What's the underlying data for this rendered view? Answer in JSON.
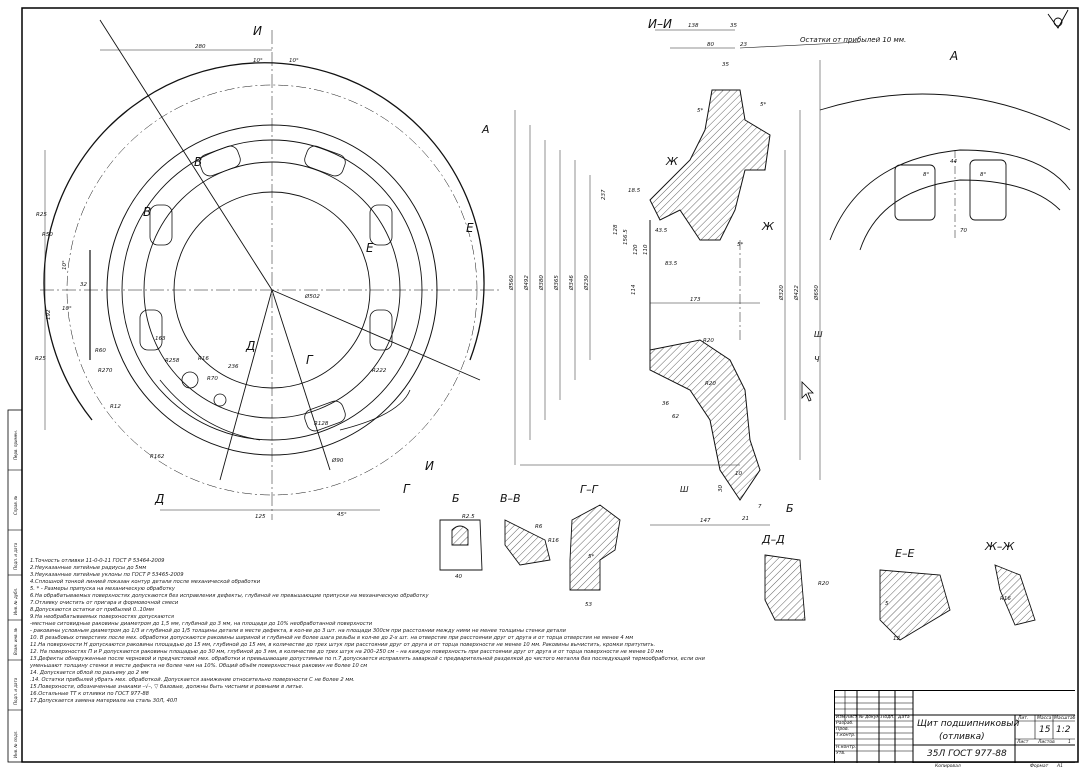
{
  "views": {
    "section_ii": "И–И",
    "view_a": "А",
    "view_b": "Б",
    "section_vv": "В–В",
    "section_gg": "Г–Г",
    "section_dd": "Д–Д",
    "section_ee": "Е–Е",
    "section_zhzh": "Ж–Ж"
  },
  "markers": {
    "i": "И",
    "v": "В",
    "e": "Е",
    "g": "Г",
    "d": "Д",
    "a": "А",
    "b": "Б",
    "zh": "Ж",
    "sh": "Ш",
    "ch": "Ч"
  },
  "leader_note": "Остатки от прибылей 10 мм.",
  "dims_main": [
    "280",
    "10°",
    "10°",
    "R25",
    "R50",
    "R25",
    "R60",
    "R270",
    "R12",
    "R162",
    "Ø502",
    "192",
    "32",
    "10°",
    "10°",
    "125",
    "45°",
    "R258",
    "R16",
    "236",
    "R70",
    "R222",
    "R128",
    "Ø90",
    "163"
  ],
  "dims_section": [
    "138",
    "80",
    "35",
    "23",
    "35",
    "5*",
    "5*",
    "Ø560",
    "Ø492",
    "Ø380",
    "Ø365",
    "Ø346",
    "Ø230",
    "237",
    "128",
    "156.5",
    "120",
    "110",
    "114",
    "83.5",
    "173",
    "Ø320",
    "Ø422",
    "Ø650",
    "R20",
    "R20",
    "36",
    "62",
    "147",
    "7",
    "21",
    "30",
    "10",
    "18.5",
    "43.5",
    "5*"
  ],
  "dims_detail_a": [
    "44",
    "8°",
    "8°",
    "70"
  ],
  "dims_small": [
    "R2.5",
    "40",
    "R6",
    "R16",
    "5*",
    "53",
    "R20",
    "5",
    "12",
    "R16"
  ],
  "notes": [
    "1.Точность отливки 11-0-0-11 ГОСТ Р 53464-2009",
    "2.Неуказанные литейные радиусы до 5мм",
    "3.Неуказанные литейные уклоны по ГОСТ Р 53465-2009",
    "4.Сплошной тонкой линией показан контур детали после механической обработки",
    "5. * - Размеры припуска на механическую обработку",
    "6.На обрабатываемых поверхностях допускаются без исправления дефекты, глубиной не превышающие припуски на механическую обработку",
    "7.Отливку очистить от пригара и формовочной смеси",
    "8.Допускаются остатки от прибылей 0..10мм",
    "9.На необрабатываемых поверхностях допускаются",
    "-местные ситовидные раковины диаметром до 1,5 мм, глубиной до 3 мм, на площади до 10% необработанной поверхности",
    "- раковины условным диаметром до 1/3 и глубиной до 1/5 толщины детали в месте дефекта, в кол-ве до 3 шт. на площади 300см при расстоянии между ними не менее толщины стенки детали",
    "10. В резьбовых отверстиях после мех. обработки допускаются раковины шириной и глубиной не более шага резьбы в кол-ве до 2-х шт. на отверстие при расстоянии друг от друга и от торца отверстия не менее 4 мм",
    "11.На поверхности Н допускаются раковины площадью до 15 мм, глубиной до 15 мм, в количестве до трех штук при расстоянии друг от друга и от торца поверхности не менее 10 мм. Раковины вычистить, кромки притупить.",
    "12. На поверхностях П и Р допускаются раковины площадью до 30 мм, глубиной до 3 мм, в количестве до трех штук на 200–250 см – на каждую поверхность при расстоянии друг от друга и от торца поверхности не менее 10 мм",
    "13.Дефекты обнаруженные после черновой и предчистовой мех. обработки и превышающие допустимые по п.7 допускается исправлять заваркой с предварительной разделкой до чистого металла без последующей термообработки, если они уменьшают толщину стенки в месте дефекта не более чем на 10%. Общий объём поверхностных раковин не более 10 см",
    "14. Допускается облой по разъему до 2 мм",
    ".14. Остатки прибылей убрать мех. обработкой. Допускается занижение относительно поверхности С не более 2 мм.",
    "15.Поверхности, обозначенные знаками –√–, ▽ базовые, должны быть чистыми и ровными в литье.",
    "16.Остальные ТТ к отливки по ГОСТ 977-88",
    "17.Допускается замена материала на сталь 30Л, 40Л"
  ],
  "title_block": {
    "name_line1": "Щит подшипниковый",
    "name_line2": "(отливка)",
    "material": "35Л ГОСТ 977-88",
    "col_izm": "Изм",
    "col_list": "Лист",
    "col_doc": "№ докум.",
    "col_sign": "Подп.",
    "col_date": "Дата",
    "row_razrab": "Разраб.",
    "row_prov": "Пров.",
    "row_tkontr": "Т.контр.",
    "row_nkontr": "Н.контр.",
    "row_utv": "Утв.",
    "lit_label": "Лит.",
    "mass_label": "Масса",
    "scale_label": "Масштаб",
    "mass": "15",
    "scale": "1:2",
    "sheet_label": "Лист",
    "sheets_label": "Листов",
    "sheets": "1",
    "copied": "Копировал",
    "format_label": "Формат",
    "format": "А1"
  },
  "side_stamp": [
    "Перв. примен.",
    "Справ. №",
    "Подп. и дата",
    "Инв. № дубл.",
    "Взам. инв. №",
    "Подп. и дата",
    "Инв. № подл."
  ]
}
